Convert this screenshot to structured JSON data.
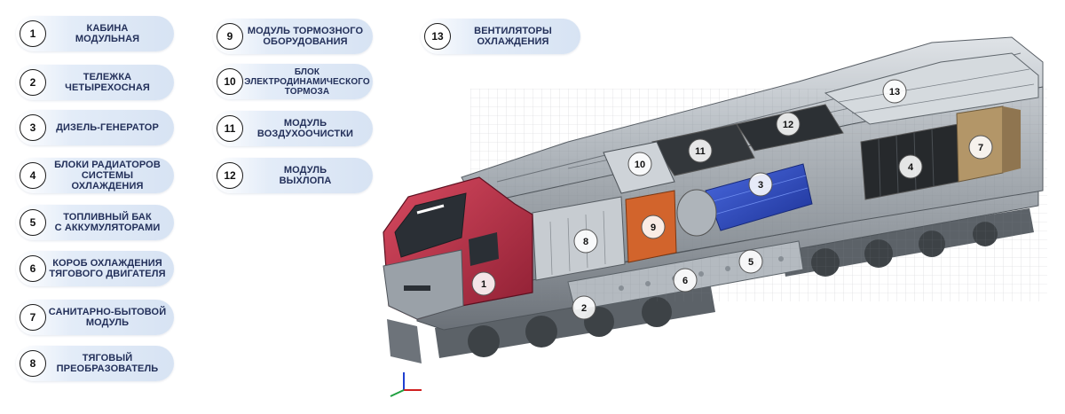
{
  "legend": [
    {
      "num": "1",
      "text": "КАБИНА\nМОДУЛЬНАЯ"
    },
    {
      "num": "2",
      "text": "ТЕЛЕЖКА\nЧЕТЫРЕХОСНАЯ"
    },
    {
      "num": "3",
      "text": "ДИЗЕЛЬ-ГЕНЕРАТОР"
    },
    {
      "num": "4",
      "text": "БЛОКИ РАДИАТОРОВ\nСИСТЕМЫ ОХЛАЖДЕНИЯ"
    },
    {
      "num": "5",
      "text": "ТОПЛИВНЫЙ БАК\nС АККУМУЛЯТОРАМИ"
    },
    {
      "num": "6",
      "text": "КОРОБ ОХЛАЖДЕНИЯ\nТЯГОВОГО ДВИГАТЕЛЯ"
    },
    {
      "num": "7",
      "text": "САНИТАРНО-БЫТОВОЙ\nМОДУЛЬ"
    },
    {
      "num": "8",
      "text": "ТЯГОВЫЙ\nПРЕОБРАЗОВАТЕЛЬ"
    },
    {
      "num": "9",
      "text": "МОДУЛЬ ТОРМОЗНОГО\nОБОРУДОВАНИЯ"
    },
    {
      "num": "10",
      "text": "БЛОК\nЭЛЕКТРОДИНАМИЧЕСКОГО\nТОРМОЗА"
    },
    {
      "num": "11",
      "text": "МОДУЛЬ\nВОЗДУХООЧИСТКИ"
    },
    {
      "num": "12",
      "text": "МОДУЛЬ\nВЫХЛОПА"
    },
    {
      "num": "13",
      "text": "ВЕНТИЛЯТОРЫ\nОХЛАЖДЕНИЯ"
    }
  ],
  "markers": [
    "1",
    "2",
    "3",
    "4",
    "5",
    "6",
    "7",
    "8",
    "9",
    "10",
    "11",
    "12",
    "13"
  ],
  "colors": {
    "cab_red": "#c8324a",
    "engine_blue": "#2f4fc4",
    "brake_orange": "#d2642c",
    "sanitary_brown": "#b39668",
    "frame_gray": "#8e949b"
  }
}
